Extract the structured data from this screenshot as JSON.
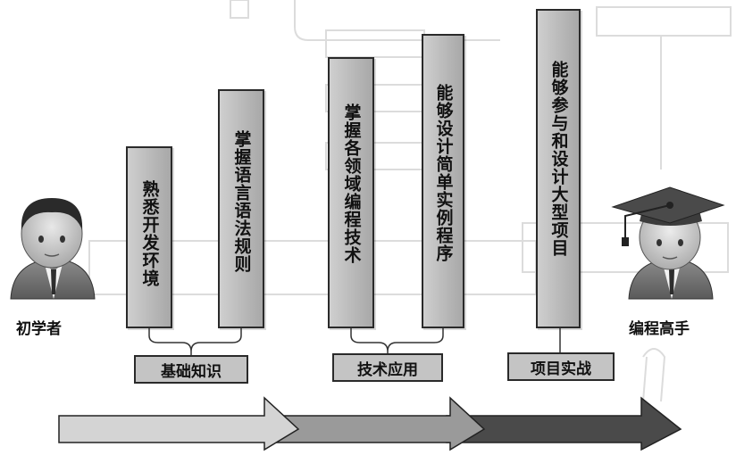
{
  "left_person": {
    "label": "初学者"
  },
  "right_person": {
    "label": "编程高手"
  },
  "pillars": [
    {
      "text": "熟悉开发环境"
    },
    {
      "text": "掌握语言语法规则"
    },
    {
      "text": "掌握各领域编程技术"
    },
    {
      "text": "能够设计简单实例程序"
    },
    {
      "text": "能够参与和设计大型项目"
    }
  ],
  "groups": [
    {
      "label": "基础知识"
    },
    {
      "label": "技术应用"
    },
    {
      "label": "项目实战"
    }
  ],
  "arrow_colors": [
    "#d4d4d4",
    "#9a9a9a",
    "#4a4a4a"
  ]
}
